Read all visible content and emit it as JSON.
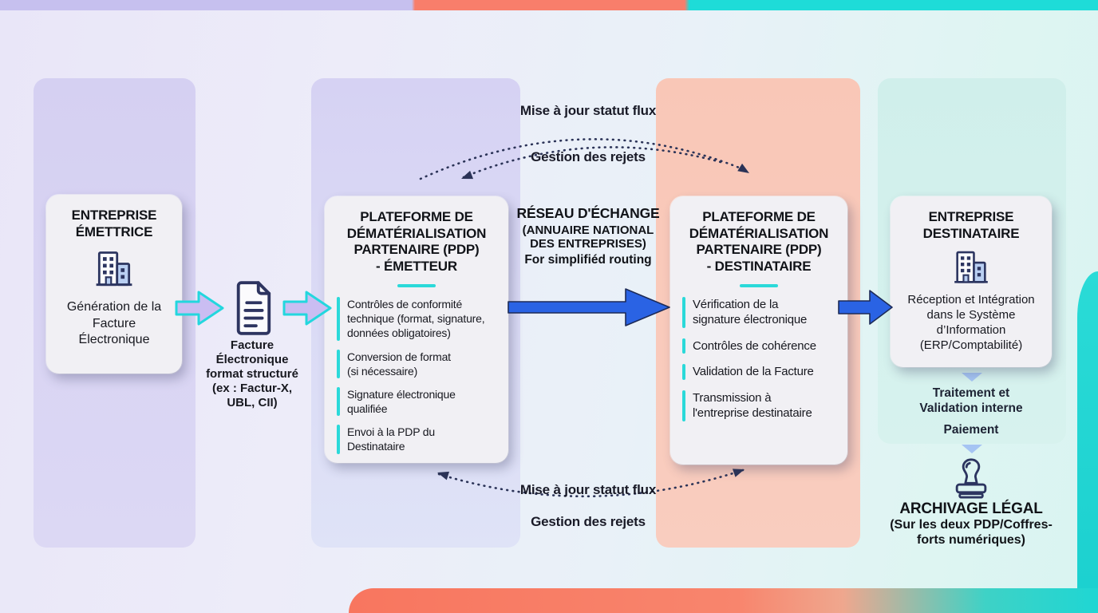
{
  "colors": {
    "accent_teal": "#2bd9d9",
    "arrow_blue": "#2a63e4",
    "arrow_purple": "#cabdf2",
    "strip_lavender": "#c6c0ef",
    "strip_salmon": "#f87e6b",
    "strip_teal": "#1edcd8",
    "navy_icon": "#2c3560"
  },
  "emitter_company": {
    "title": "ENTREPRISE\nÉMETTRICE",
    "icon": "building-icon",
    "caption": "Génération de la\nFacture\nÉlectronique"
  },
  "invoice_doc": {
    "icon": "document-icon",
    "caption": "Facture\nÉlectronique\nformat structuré\n(ex : Factur-X,\nUBL, CII)"
  },
  "pdp_emitter": {
    "title": "PLATEFORME DE\nDÉMATÉRIALISATION\nPARTENAIRE (PDP)\n- ÉMETTEUR",
    "items": [
      "Contrôles de conformité\ntechnique (format, signature,\ndonnées obligatoires)",
      "Conversion de format\n(si nécessaire)",
      "Signature électronique\nqualifiée",
      "Envoi à la PDP du\nDestinataire"
    ]
  },
  "exchange_network": {
    "title": "RÉSEAU D'ÉCHANGE",
    "subtitle": "(ANNUAIRE NATIONAL\nDES ENTREPRISES)",
    "note": "For simplifiéd routing"
  },
  "pdp_recipient": {
    "title": "PLATEFORME DE\nDÉMATÉRIALISATION\nPARTENAIRE (PDP)\n- DESTINATAIRE",
    "items": [
      "Vérification de la\nsignature électronique",
      "Contrôles de cohérence",
      "Validation de la Facture",
      "Transmission à\nl'entreprise destinataire"
    ]
  },
  "recipient_company": {
    "title": "ENTREPRISE\nDESTINATAIRE",
    "icon": "building-icon",
    "caption": "Réception et Intégration\ndans le Système\nd’Information\n(ERP/Comptabilité)",
    "steps": [
      "Traitement et\nValidation interne",
      "Paiement"
    ]
  },
  "legal_archive": {
    "icon": "stamp-icon",
    "title": "ARCHIVAGE LÉGAL",
    "subtitle": "(Sur les deux PDP/Coffres-\nforts numériques)"
  },
  "status_flows": {
    "top": {
      "status": "Mise à jour statut flux",
      "rejects": "Gestion des rejets"
    },
    "bottom": {
      "status": "Mise à jour statut flux",
      "rejects": "Gestion des rejets"
    }
  }
}
